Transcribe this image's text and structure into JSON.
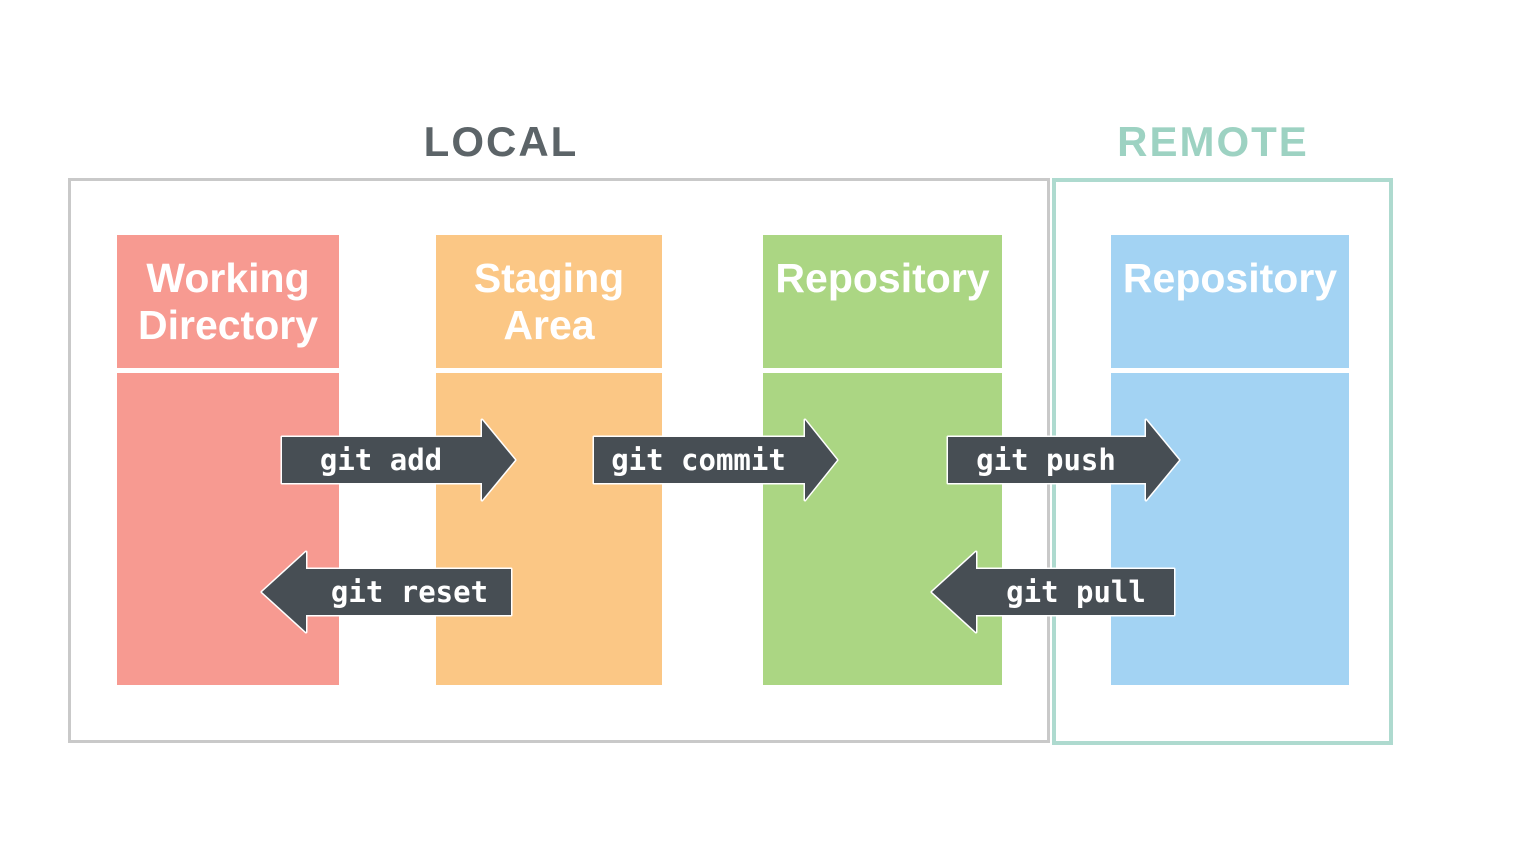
{
  "local": {
    "label": "LOCAL",
    "label_color": "#5c6468",
    "border_color": "#c9c9c9",
    "columns": [
      {
        "name": "working-directory",
        "line1": "Working",
        "line2": "Directory",
        "color": "#f79a91"
      },
      {
        "name": "staging-area",
        "line1": "Staging",
        "line2": "Area",
        "color": "#fbc785"
      },
      {
        "name": "repository",
        "line1": "Repository",
        "line2": "",
        "color": "#abd683"
      }
    ]
  },
  "remote": {
    "label": "REMOTE",
    "label_color": "#9dd2c2",
    "border_color": "#aedacf",
    "columns": [
      {
        "name": "repository",
        "line1": "Repository",
        "line2": "",
        "color": "#a3d3f3"
      }
    ]
  },
  "arrows": [
    {
      "name": "git-add",
      "label": "git add",
      "direction": "right"
    },
    {
      "name": "git-commit",
      "label": "git commit",
      "direction": "right"
    },
    {
      "name": "git-push",
      "label": "git push",
      "direction": "right"
    },
    {
      "name": "git-reset",
      "label": "git reset",
      "direction": "left"
    },
    {
      "name": "git-pull",
      "label": "git pull",
      "direction": "left"
    }
  ],
  "arrow_style": {
    "fill": "#474e54",
    "outline": "#ffffff",
    "text_color": "#ffffff"
  },
  "styles": {
    "header_text_color": "#ffffff",
    "background": "#ffffff"
  }
}
